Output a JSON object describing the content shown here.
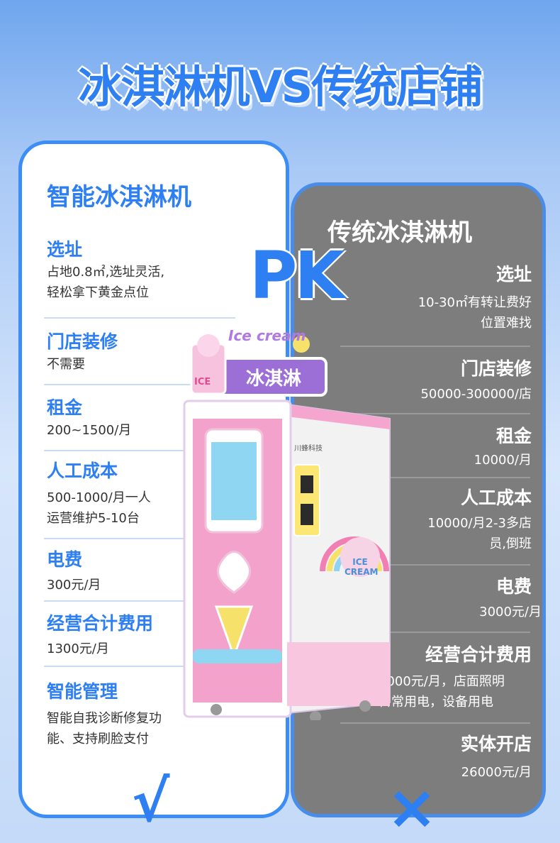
{
  "title": "冰淇淋机VS传统店铺",
  "pk": "PK",
  "left": {
    "heading": "智能冰淇淋机",
    "sections": [
      {
        "h": "选址",
        "b": "占地0.8㎡,选址灵活,\n轻松拿下黄金点位"
      },
      {
        "h": "门店装修",
        "b": "不需要"
      },
      {
        "h": "租金",
        "b": "200~1500/月"
      },
      {
        "h": "人工成本",
        "b": "500-1000/月一人\n运营维护5-10台"
      },
      {
        "h": "电费",
        "b": "300元/月"
      },
      {
        "h": "经营合计费用",
        "b": "1300元/月"
      },
      {
        "h": "智能管理",
        "b": "智能自我诊断修复功\n能、支持刷脸支付"
      }
    ],
    "mark": "√"
  },
  "right": {
    "heading": "传统冰淇淋机",
    "sections": [
      {
        "h": "选址",
        "b": "10-30㎡有转让费好\n位置难找"
      },
      {
        "h": "门店装修",
        "b": "50000-300000/店"
      },
      {
        "h": "租金",
        "b": "10000/月"
      },
      {
        "h": "人工成本",
        "b": "10000/月2-3多店\n员,倒班"
      },
      {
        "h": "电费",
        "b": "3000元/月"
      },
      {
        "h": "经营合计费用",
        "b": "6000元/月，店面照明\n日常用电，设备用电"
      },
      {
        "h": "实体开店",
        "b": "26000元/月"
      }
    ],
    "mark": "×"
  },
  "machine": {
    "sign_top": "Ice cream",
    "sign": "冰淇淋",
    "badge": "ICE",
    "side": "ICE\nCREAM",
    "brand": "川蜂科技"
  },
  "colors": {
    "accent": "#2e7ff2",
    "pink": "#f4a6cf",
    "gray": "#7d7d7d"
  }
}
